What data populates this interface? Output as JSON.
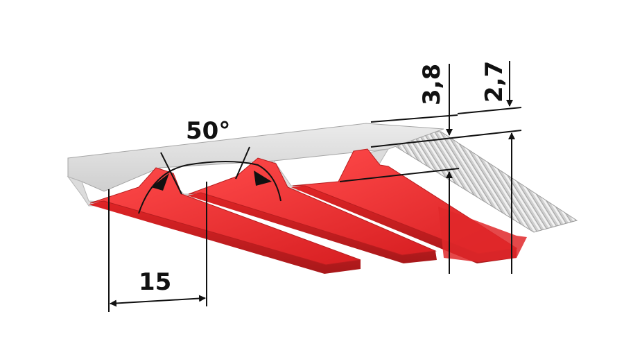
{
  "labels": {
    "angle": "50°",
    "pitch": "15",
    "total_height": "3,8",
    "tooth_height": "2,7"
  },
  "colors": {
    "belt_body": "#d9d9d9",
    "belt_shadow": "#b8b8b8",
    "teeth": "#e8292b",
    "teeth_dark": "#b81d1f",
    "dimension_lines": "#111111"
  }
}
